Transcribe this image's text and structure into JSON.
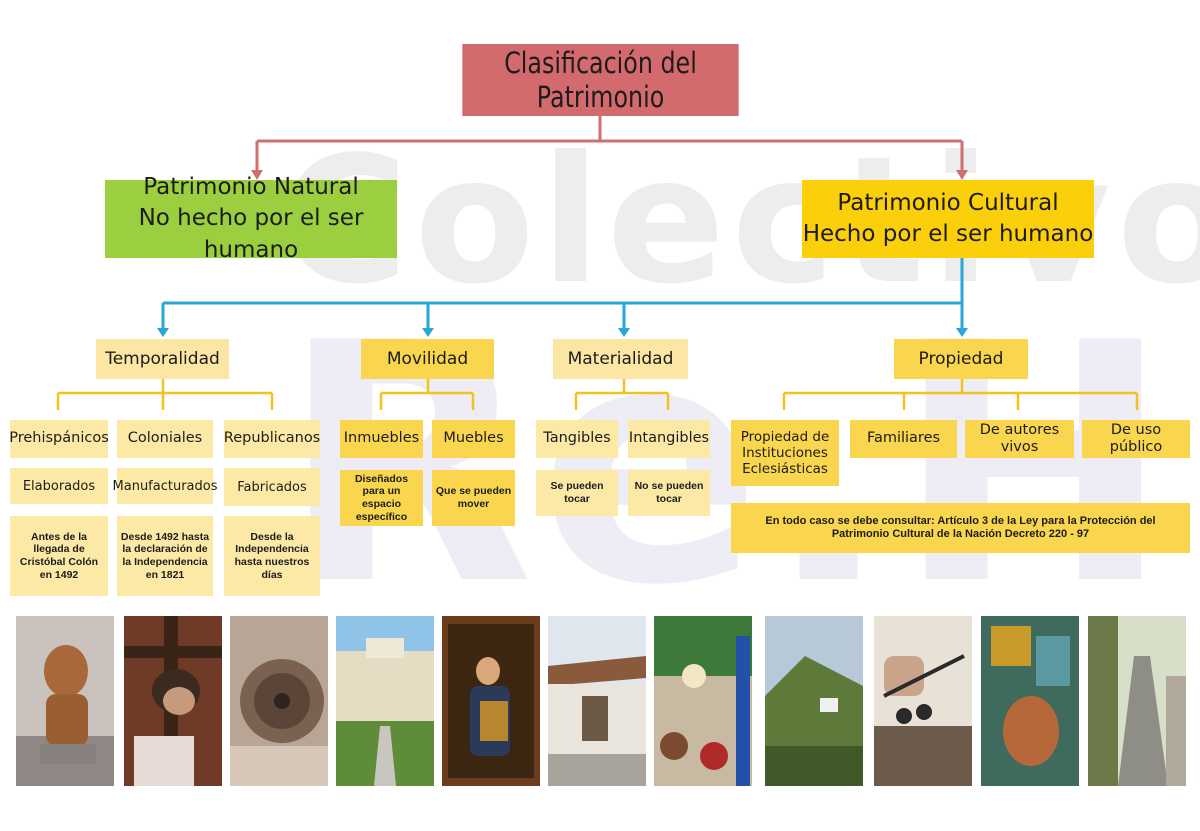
{
  "title": "Clasificación del Patrimonio",
  "watermark": [
    "Colectivo",
    "Re.H"
  ],
  "natural": {
    "line1": "Patrimonio Natural",
    "line2": "No hecho por el ser humano"
  },
  "cultural": {
    "line1": "Patrimonio Cultural",
    "line2": "Hecho por el ser humano"
  },
  "criteria": {
    "temporalidad": "Temporalidad",
    "movilidad": "Movilidad",
    "materialidad": "Materialidad",
    "propiedad": "Propiedad"
  },
  "temporalidad": {
    "prehispanicos": {
      "label": "Prehispánicos",
      "type": "Elaborados",
      "desc": "Antes de la llegada de Cristóbal Colón en 1492"
    },
    "coloniales": {
      "label": "Coloniales",
      "type": "Manufacturados",
      "desc": "Desde 1492 hasta la declaración de la Independencia en 1821"
    },
    "republicanos": {
      "label": "Republicanos",
      "type": "Fabricados",
      "desc": "Desde la Independencia hasta nuestros días"
    }
  },
  "movilidad": {
    "inmuebles": {
      "label": "Inmuebles",
      "desc": "Diseñados para un espacio específico"
    },
    "muebles": {
      "label": "Muebles",
      "desc": "Que se pueden mover"
    }
  },
  "materialidad": {
    "tangibles": {
      "label": "Tangibles",
      "desc": "Se pueden tocar"
    },
    "intangibles": {
      "label": "Intangibles",
      "desc": "No se pueden tocar"
    }
  },
  "propiedad": {
    "eclesiasticas": "Propiedad de Instituciones Eclesiásticas",
    "familiares": "Familiares",
    "autores": "De autores vivos",
    "publico": "De uso público",
    "nota": "En todo caso se debe consultar: Artículo 3 de la Ley para la Protección del Patrimonio Cultural de la Nación Decreto 220 - 97"
  },
  "colors": {
    "title_bg": "#d36b6e",
    "natural_bg": "#9ccf3f",
    "cultural_bg": "#fccf0b",
    "red_line": "#cf6f6f",
    "blue_line": "#2aa6d9",
    "yellow_line": "#f2c21f"
  },
  "photos": [
    "pre-columbian-stone-figure",
    "colonial-crucifix-sculpture",
    "republican-machinery-wheel",
    "building-facade",
    "religious-painting",
    "colonial-house",
    "religious-procession",
    "mountain-town-landscape",
    "marimba-players",
    "mural-artwork",
    "stone-stairway-street"
  ]
}
